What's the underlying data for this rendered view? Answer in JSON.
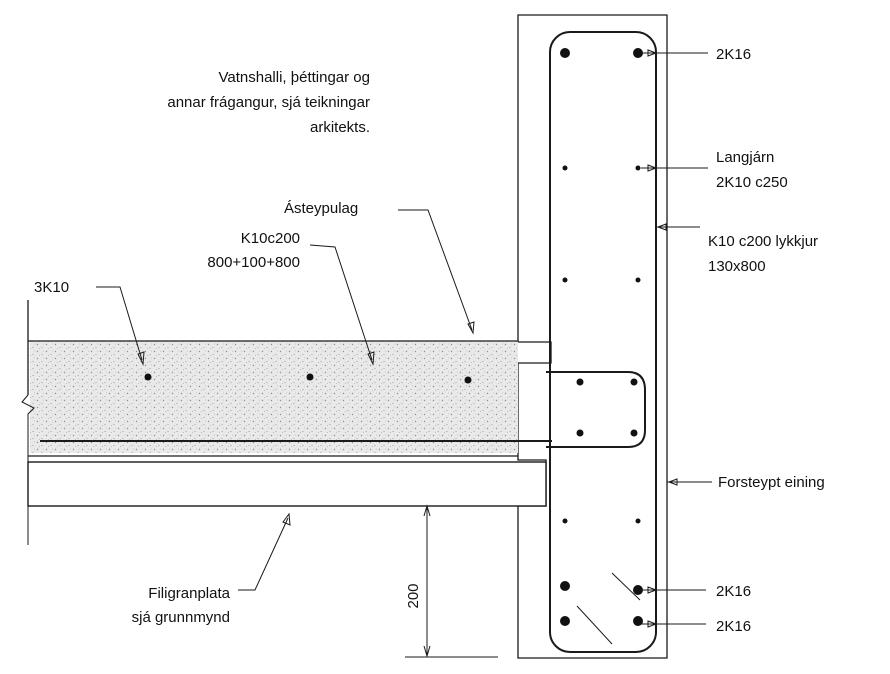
{
  "labels": {
    "note_line1": "Vatnshalli, þéttingar og",
    "note_line2": "annar frágangur, sjá teikningar",
    "note_line3": "arkitekts.",
    "topping": "Ásteypulag",
    "k10c200_line1": "K10c200",
    "k10c200_line2": "800+100+800",
    "bars_3k10": "3K10",
    "filigran_line1": "Filigranplata",
    "filigran_line2": "sjá grunnmynd",
    "dim_200": "200",
    "top_2k16": "2K16",
    "langjarn_line1": "Langjárn",
    "langjarn_line2": "2K10 c250",
    "stirrup_line1": "K10 c200 lykkjur",
    "stirrup_line2": "130x800",
    "precast": "Forsteypt eining",
    "bottom_2k16_a": "2K16",
    "bottom_2k16_b": "2K16"
  },
  "colors": {
    "ink": "#1a1a1a",
    "concrete_fill": "#e6e6e6",
    "concrete_speckle": "#9a9a9a",
    "background": "#ffffff"
  }
}
